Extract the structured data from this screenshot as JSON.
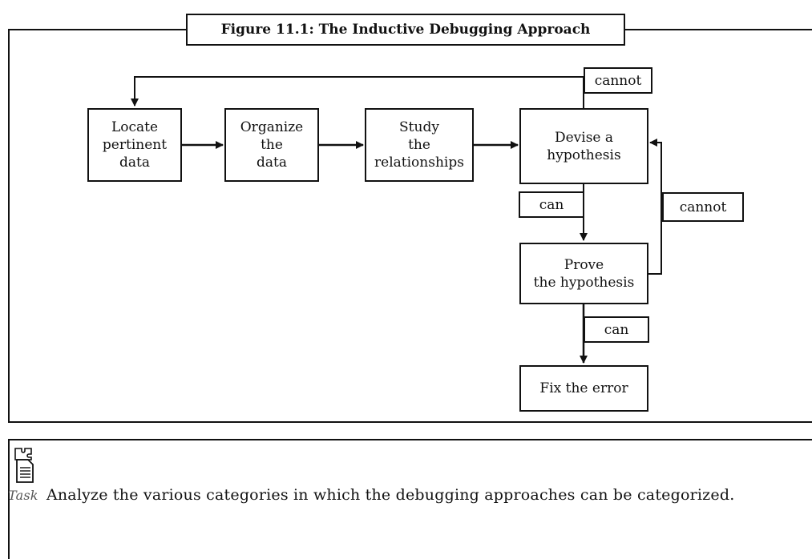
{
  "figure": {
    "title": "Figure 11.1: The Inductive Debugging Approach"
  },
  "nodes": {
    "locate": "Locate\npertinent\ndata",
    "organize": "Organize\nthe\ndata",
    "study": "Study\nthe\nrelationships",
    "devise": "Devise a\nhypothesis",
    "prove": "Prove\nthe hypothesis",
    "fix": "Fix the error"
  },
  "edge_labels": {
    "cannot_top": "cannot",
    "can_devise": "can",
    "cannot_right": "cannot",
    "can_prove": "can"
  },
  "task": {
    "label": "Task",
    "text": "Analyze the various categories in which the debugging approaches can be categorized.",
    "icon": "puzzle-document-icon"
  }
}
